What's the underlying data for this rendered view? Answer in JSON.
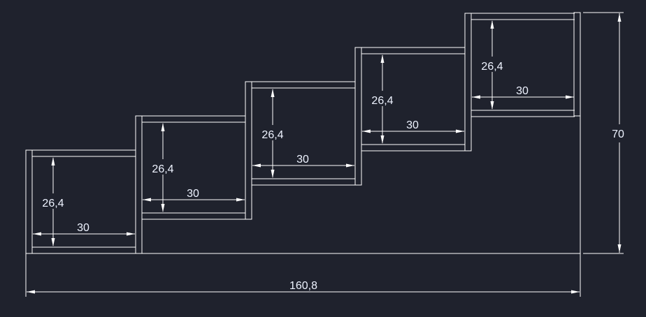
{
  "drawing": {
    "units_label_height": "26,4",
    "units_label_width": "30",
    "overall_width_label": "160,8",
    "overall_height_label": "70",
    "boxes": [
      {
        "height_label": "26,4",
        "width_label": "30"
      },
      {
        "height_label": "26,4",
        "width_label": "30"
      },
      {
        "height_label": "26,4",
        "width_label": "30"
      },
      {
        "height_label": "26,4",
        "width_label": "30"
      },
      {
        "height_label": "26,4",
        "width_label": "30"
      }
    ],
    "colors": {
      "background": "#1f222d",
      "lines": "#ffffff",
      "text": "#eef3ff"
    }
  }
}
